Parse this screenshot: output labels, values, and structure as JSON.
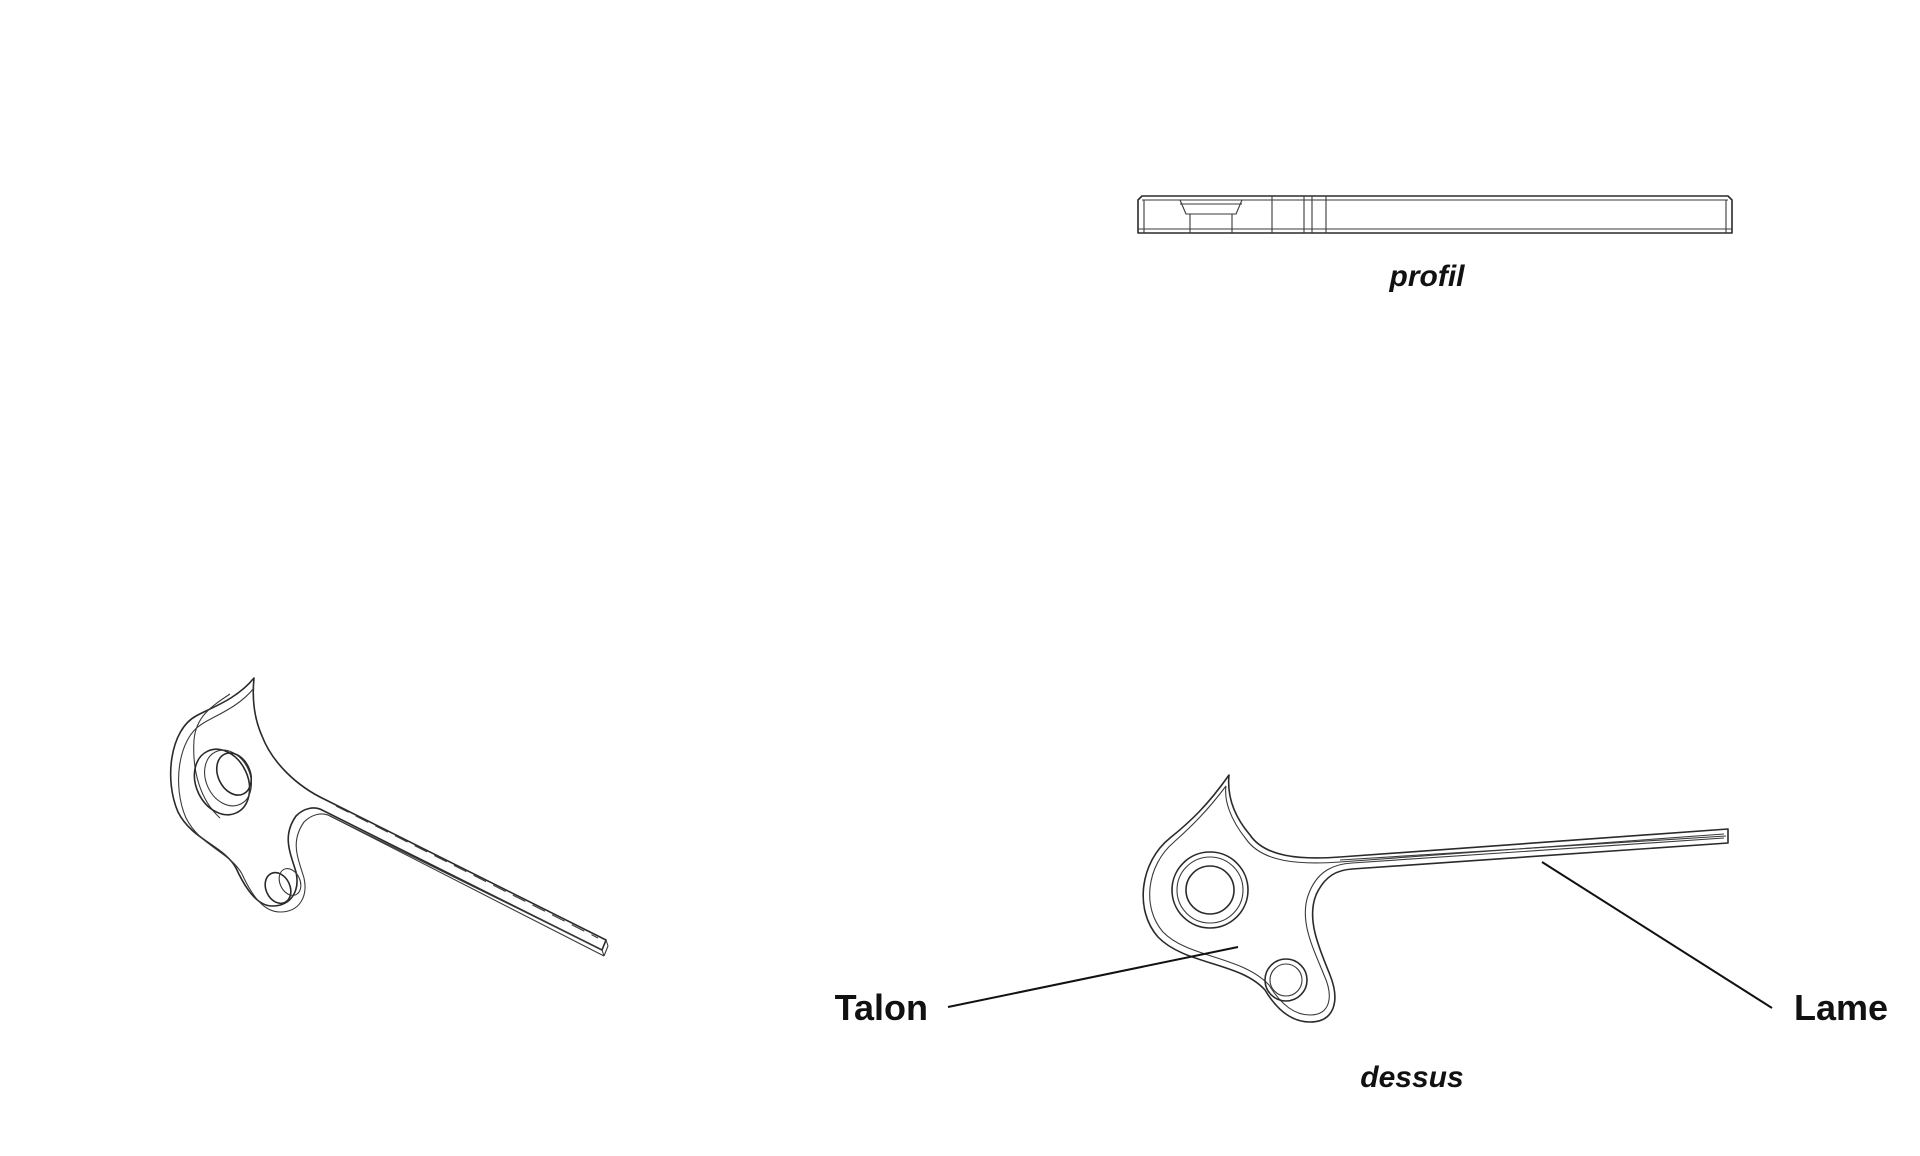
{
  "views": {
    "profile": {
      "caption": "profil"
    },
    "top": {
      "caption": "dessus"
    }
  },
  "callouts": {
    "heel": {
      "label": "Talon"
    },
    "blade": {
      "label": "Lame"
    }
  }
}
